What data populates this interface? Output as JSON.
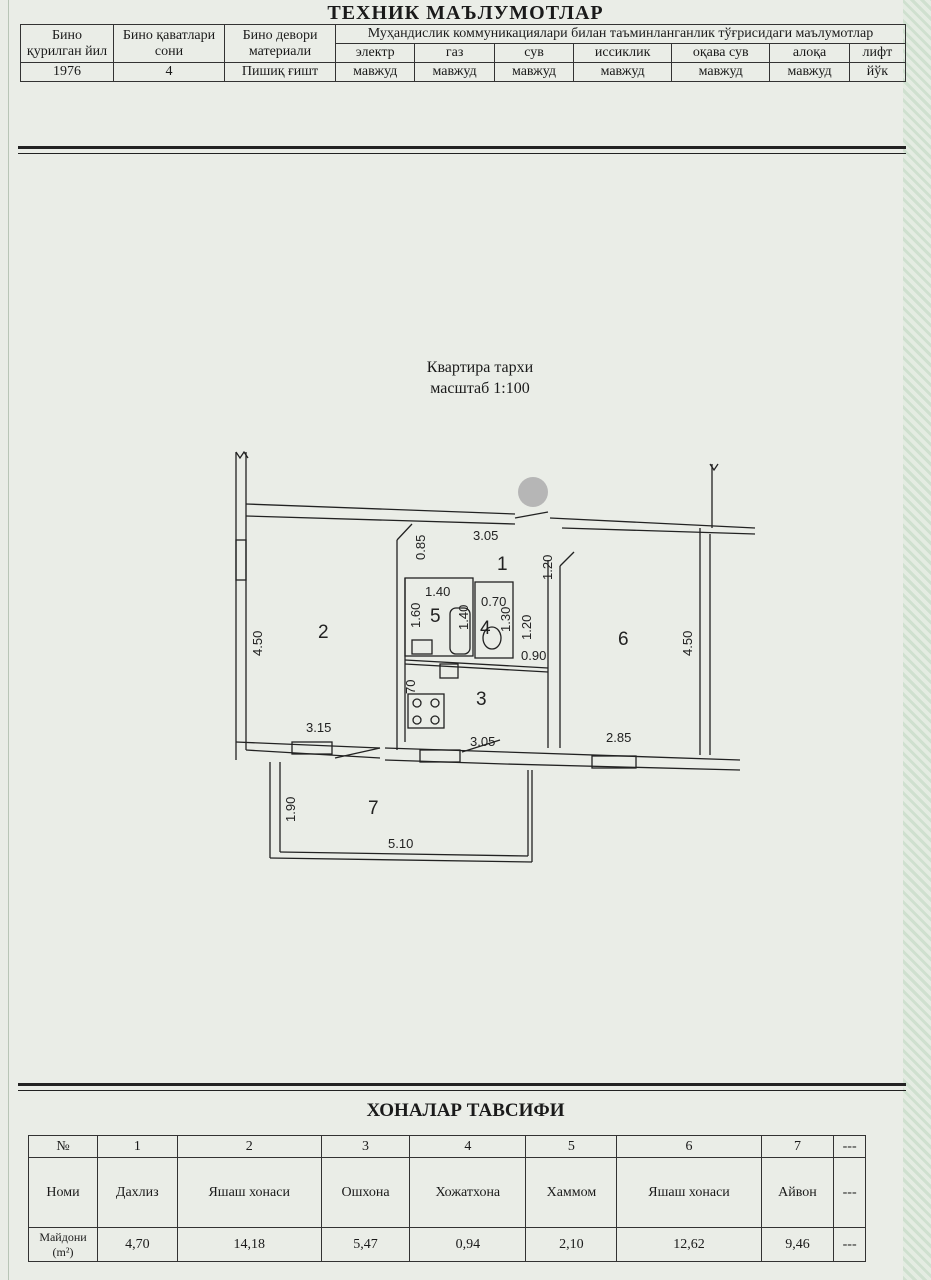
{
  "header": {
    "title": "ТЕХНИК МАЪЛУМОТЛАР",
    "col_year": "Бино қурилган йил",
    "col_floors": "Бино қаватлари сони",
    "col_wall": "Бино девори материали",
    "col_comm": "Муҳандислик коммуникациялари билан таъминланганлик тўғрисидаги маълумотлар",
    "year": "1976",
    "floors": "4",
    "wall": "Пишиқ ғишт",
    "utilities": [
      {
        "name": "электр",
        "value": "мавжуд"
      },
      {
        "name": "газ",
        "value": "мавжуд"
      },
      {
        "name": "сув",
        "value": "мавжуд"
      },
      {
        "name": "иссиклик",
        "value": "мавжуд"
      },
      {
        "name": "оқава сув",
        "value": "мавжуд"
      },
      {
        "name": "алоқа",
        "value": "мавжуд"
      },
      {
        "name": "лифт",
        "value": "йўк"
      }
    ]
  },
  "plan": {
    "title": "Квартира тархи",
    "scale": "масштаб 1:100",
    "rooms": [
      "1",
      "2",
      "3",
      "4",
      "5",
      "6",
      "7"
    ],
    "dims": {
      "d305top": "3.05",
      "d085": "0.85",
      "d120a": "1.20",
      "d140": "1.40",
      "d070": "0.70",
      "d160": "1.60",
      "d140b": "1.40",
      "d130": "1.30",
      "d120b": "1.20",
      "d090": "0.90",
      "d450a": "4.50",
      "d450b": "4.50",
      "d070b": "70",
      "d315": "3.15",
      "d305bot": "3.05",
      "d285": "2.85",
      "d190": "1.90",
      "d510": "5.10"
    }
  },
  "rooms_table": {
    "title": "ХОНАЛАР ТАВСИФИ",
    "label_no": "№",
    "label_name": "Номи",
    "label_area": "Майдони (m²)",
    "numbers": [
      "1",
      "2",
      "3",
      "4",
      "5",
      "6",
      "7",
      "---"
    ],
    "names": [
      "Дахлиз",
      "Яшаш хонаси",
      "Ошхона",
      "Хожатхона",
      "Хаммом",
      "Яшаш хонаси",
      "Айвон",
      "---"
    ],
    "areas": [
      "4,70",
      "14,18",
      "5,47",
      "0,94",
      "2,10",
      "12,62",
      "9,46",
      "---"
    ]
  }
}
